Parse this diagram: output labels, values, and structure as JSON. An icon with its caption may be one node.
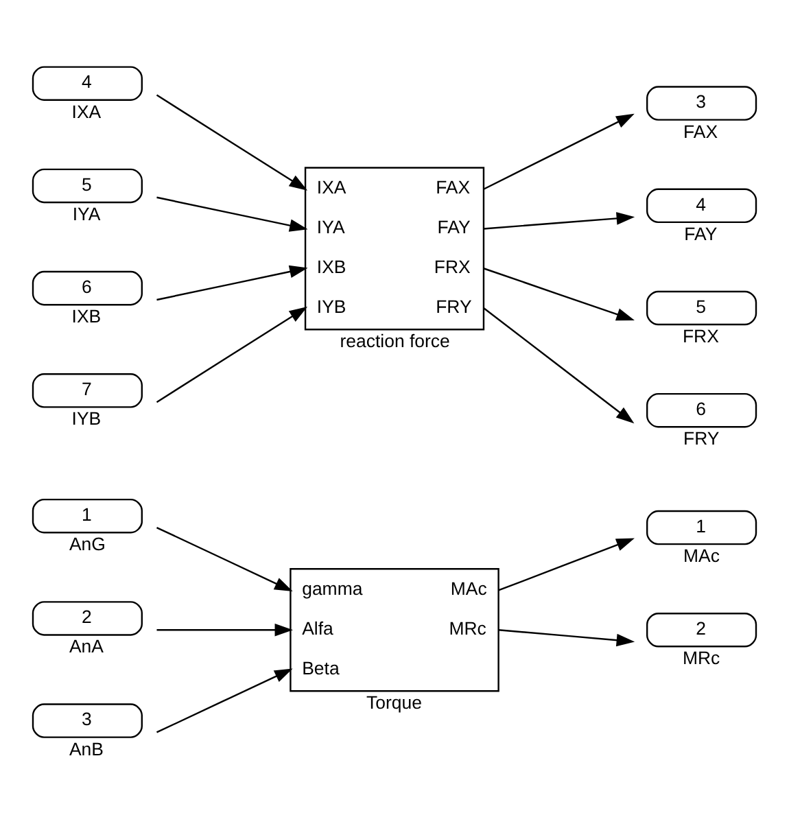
{
  "diagram": {
    "nodes": [
      {
        "text": [
          "1"
        ],
        "beside": [
          "AnG"
        ]
      },
      {
        "text": [
          "2"
        ],
        "beside": [
          "AnA"
        ]
      },
      {
        "text": [
          "3"
        ],
        "beside": [
          "AnB"
        ]
      },
      {
        "text": [
          "gamma",
          "Alfa",
          "Beta",
          "MAc",
          "MRc"
        ],
        "beside": [
          "Torque"
        ]
      },
      {
        "text": [
          "1"
        ],
        "beside": [
          "MAc"
        ]
      },
      {
        "text": [
          "2"
        ],
        "beside": [
          "MRc"
        ]
      },
      {
        "text": [
          "4"
        ],
        "beside": [
          "IXA"
        ]
      },
      {
        "text": [
          "5"
        ],
        "beside": [
          "IYA"
        ]
      },
      {
        "text": [
          "6"
        ],
        "beside": [
          "IXB"
        ]
      },
      {
        "text": [
          "7"
        ],
        "beside": [
          "IYB"
        ]
      },
      {
        "text": [
          "IXA",
          "IYA",
          "IXB",
          "IYB",
          "FAX",
          "FAY",
          "FRX",
          "FRY"
        ],
        "beside": [
          "reaction force"
        ]
      },
      {
        "text": [
          "3"
        ],
        "beside": [
          "FAX"
        ]
      },
      {
        "text": [
          "4"
        ],
        "beside": [
          "FAY"
        ]
      },
      {
        "text": [
          "5"
        ],
        "beside": [
          "FRX"
        ]
      },
      {
        "text": [
          "6"
        ],
        "beside": [
          "FRY"
        ]
      }
    ],
    "edges": [
      {
        "from": 0,
        "to": 3,
        "arrow": "to"
      },
      {
        "from": 1,
        "to": 3,
        "arrow": "to"
      },
      {
        "from": 2,
        "to": 3,
        "arrow": "to"
      },
      {
        "from": 3,
        "to": 4,
        "arrow": "to"
      },
      {
        "from": 3,
        "to": 5,
        "arrow": "to"
      },
      {
        "from": 6,
        "to": 10,
        "arrow": "to"
      },
      {
        "from": 7,
        "to": 10,
        "arrow": "to"
      },
      {
        "from": 8,
        "to": 10,
        "arrow": "to"
      },
      {
        "from": 9,
        "to": 10,
        "arrow": "to"
      },
      {
        "from": 10,
        "to": 11,
        "arrow": "to"
      },
      {
        "from": 10,
        "to": 12,
        "arrow": "to"
      },
      {
        "from": 10,
        "to": 13,
        "arrow": "to"
      },
      {
        "from": 10,
        "to": 14,
        "arrow": "to"
      }
    ]
  }
}
